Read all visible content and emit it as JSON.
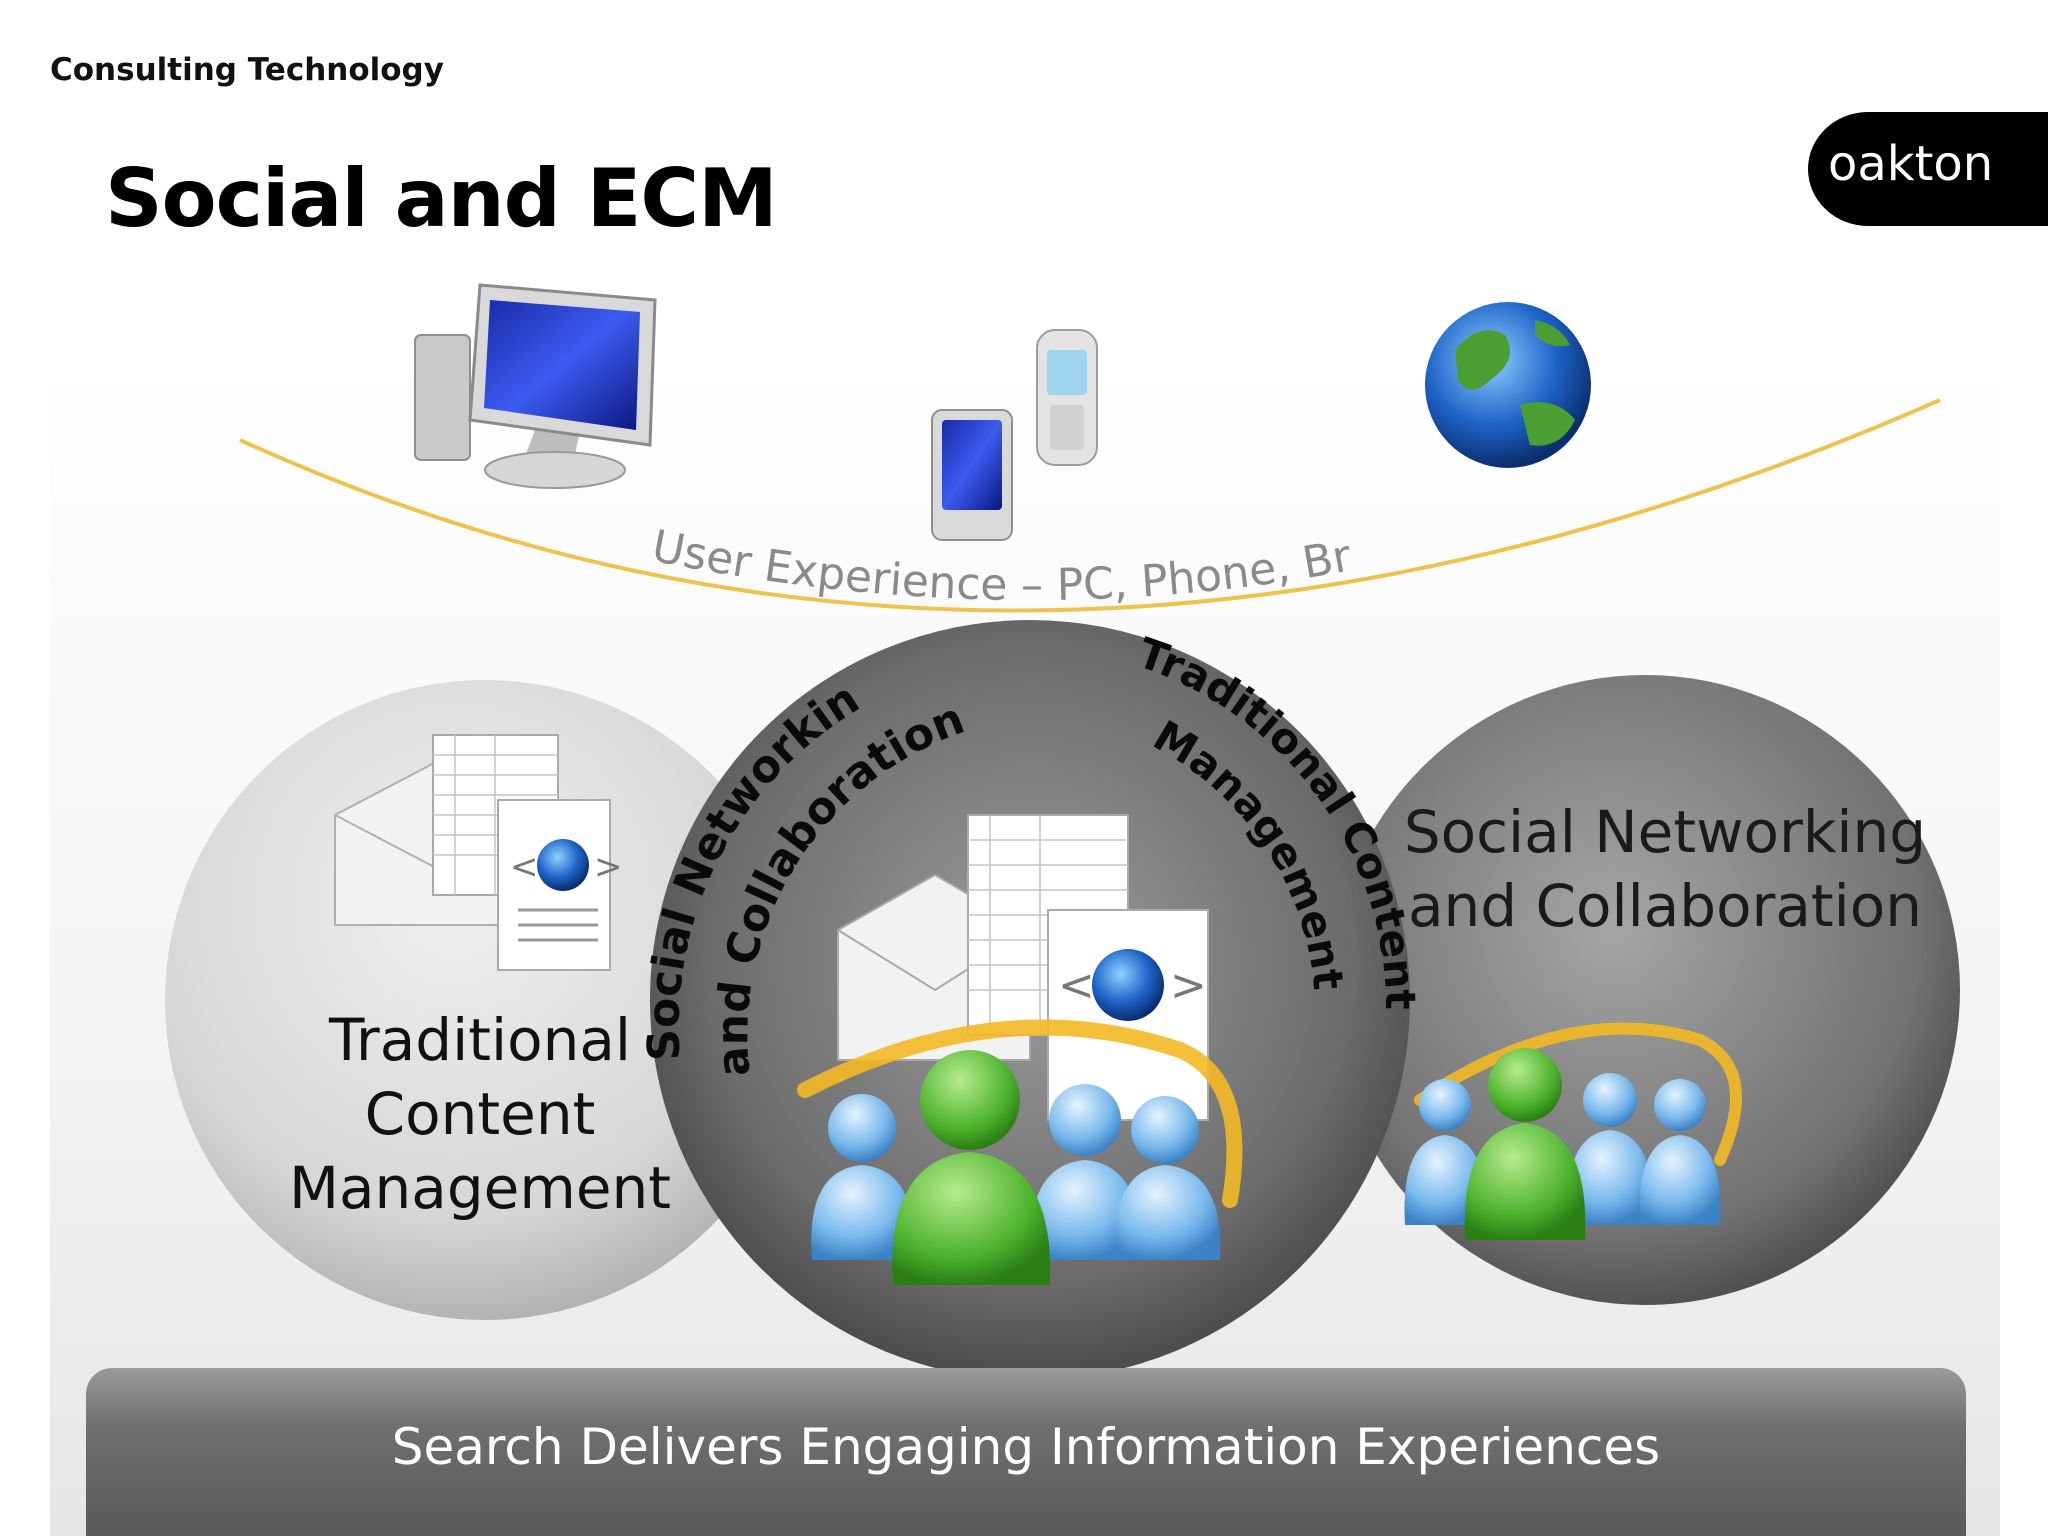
{
  "header": {
    "section": "Consulting Technology",
    "title": "Social and ECM",
    "logo_text": "oakton"
  },
  "diagram": {
    "arc_label": "User Experience – PC, Phone, Br",
    "left_circle": {
      "label": "Traditional Content Management"
    },
    "center_circle": {
      "curved_left_line1": "Social Networking",
      "curved_left_line2": "and Collaboration",
      "curved_right_line1": "Traditional Content",
      "curved_right_line2": "Management"
    },
    "right_circle": {
      "label": "Social Networking and Collaboration"
    },
    "bottom_bar": {
      "label": "Search Delivers Engaging Information Experiences"
    }
  },
  "colors": {
    "arc_gold": "#e9b92f",
    "left_circle": "#dcdcdc",
    "center_circle": "#6a6a6a",
    "right_circle": "#6e6e6e",
    "person_green": "#5fbf3a",
    "person_blue": "#6fb0e6"
  },
  "icons": [
    "desktop-computer-icon",
    "mobile-phones-icon",
    "globe-icon",
    "envelope-icon",
    "spreadsheet-icon",
    "web-document-icon",
    "people-group-icon"
  ]
}
